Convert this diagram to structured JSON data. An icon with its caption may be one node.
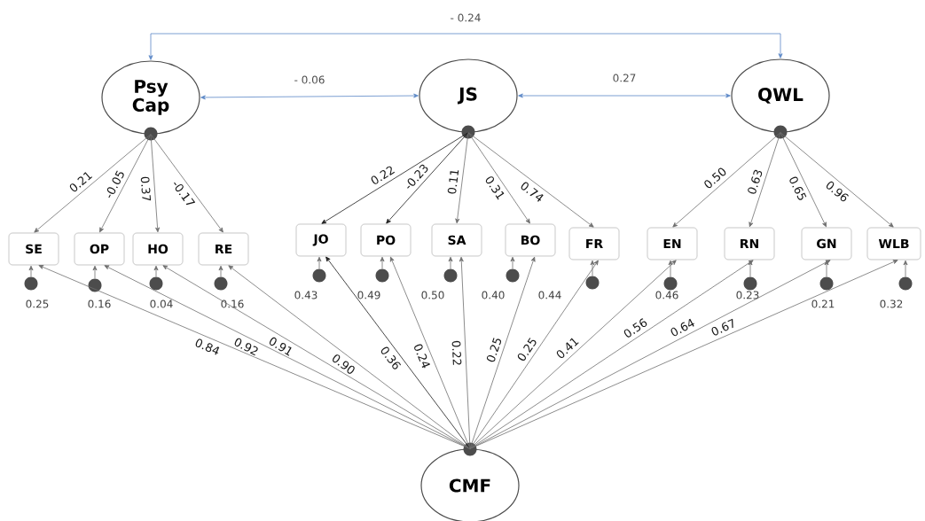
{
  "diagram": {
    "nodes": [
      {
        "text": [
          "Psy Cap"
        ]
      },
      {
        "text": [
          "JS"
        ]
      },
      {
        "text": [
          "QWL"
        ]
      },
      {
        "text": [
          "SE"
        ]
      },
      {
        "text": [
          "OP"
        ]
      },
      {
        "text": [
          "HO"
        ]
      },
      {
        "text": [
          "RE"
        ]
      },
      {
        "text": [
          "JO"
        ]
      },
      {
        "text": [
          "PO"
        ]
      },
      {
        "text": [
          "SA"
        ]
      },
      {
        "text": [
          "BO"
        ]
      },
      {
        "text": [
          "FR"
        ]
      },
      {
        "text": [
          "EN"
        ]
      },
      {
        "text": [
          "RN"
        ]
      },
      {
        "text": [
          "GN"
        ]
      },
      {
        "text": [
          "WLB"
        ]
      },
      {
        "text": [
          "CMF"
        ]
      },
      {
        "text": [],
        "shape": "circle",
        "beside": [
          "0.25"
        ]
      },
      {
        "text": [],
        "shape": "circle",
        "beside": [
          "0.16"
        ]
      },
      {
        "text": [],
        "shape": "circle",
        "beside": [
          "0.04"
        ]
      },
      {
        "text": [],
        "shape": "circle",
        "beside": [
          "0.16"
        ]
      },
      {
        "text": [],
        "shape": "circle",
        "beside": [
          "0.43"
        ]
      },
      {
        "text": [],
        "shape": "circle",
        "beside": [
          "0.49"
        ]
      },
      {
        "text": [],
        "shape": "circle",
        "beside": [
          "0.50"
        ]
      },
      {
        "text": [],
        "shape": "circle",
        "beside": [
          "0.40"
        ]
      },
      {
        "text": [],
        "shape": "circle",
        "beside": [
          "0.44"
        ]
      },
      {
        "text": [],
        "shape": "circle",
        "beside": [
          "0.46"
        ]
      },
      {
        "text": [],
        "shape": "circle",
        "beside": [
          "0.23"
        ]
      },
      {
        "text": [],
        "shape": "circle",
        "beside": [
          "0.21"
        ]
      },
      {
        "text": [],
        "shape": "circle",
        "beside": [
          "0.32"
        ]
      }
    ],
    "edges": [
      {
        "from": 0,
        "to": 2,
        "arrow": "both",
        "label": "- 0.24",
        "color": "#5a87c6"
      },
      {
        "from": 0,
        "to": 1,
        "arrow": "both",
        "label": "- 0.06",
        "color": "#5a87c6"
      },
      {
        "from": 1,
        "to": 2,
        "arrow": "both",
        "label": "0.27",
        "color": "#5a87c6"
      },
      {
        "from": 0,
        "to": 3,
        "arrow": "to",
        "label": "0.21"
      },
      {
        "from": 0,
        "to": 4,
        "arrow": "to",
        "label": "-0.05"
      },
      {
        "from": 0,
        "to": 5,
        "arrow": "to",
        "label": "0.37"
      },
      {
        "from": 0,
        "to": 6,
        "arrow": "to",
        "label": "-0.17"
      },
      {
        "from": 1,
        "to": 7,
        "arrow": "to",
        "label": "0.22",
        "color": "#1a1a1a"
      },
      {
        "from": 1,
        "to": 8,
        "arrow": "to",
        "label": "-0.23",
        "color": "#1a1a1a"
      },
      {
        "from": 1,
        "to": 9,
        "arrow": "to",
        "label": "0.11"
      },
      {
        "from": 1,
        "to": 10,
        "arrow": "to",
        "label": "0.31"
      },
      {
        "from": 1,
        "to": 11,
        "arrow": "to",
        "label": "0.74"
      },
      {
        "from": 2,
        "to": 12,
        "arrow": "to",
        "label": "0.50"
      },
      {
        "from": 2,
        "to": 13,
        "arrow": "to",
        "label": "0.63"
      },
      {
        "from": 2,
        "to": 14,
        "arrow": "to",
        "label": "0.65"
      },
      {
        "from": 2,
        "to": 15,
        "arrow": "to",
        "label": "0.96"
      },
      {
        "from": 16,
        "to": 3,
        "arrow": "to",
        "label": "0.84"
      },
      {
        "from": 16,
        "to": 4,
        "arrow": "to",
        "label": "0.92"
      },
      {
        "from": 16,
        "to": 5,
        "arrow": "to",
        "label": "0.91"
      },
      {
        "from": 16,
        "to": 6,
        "arrow": "to",
        "label": "0.90"
      },
      {
        "from": 16,
        "to": 7,
        "arrow": "to",
        "label": "0.36",
        "color": "#1a1a1a"
      },
      {
        "from": 16,
        "to": 8,
        "arrow": "to",
        "label": "0.24"
      },
      {
        "from": 16,
        "to": 9,
        "arrow": "to",
        "label": "0.22"
      },
      {
        "from": 16,
        "to": 10,
        "arrow": "to",
        "label": "0.25"
      },
      {
        "from": 16,
        "to": 11,
        "arrow": "to",
        "label": "0.25"
      },
      {
        "from": 16,
        "to": 12,
        "arrow": "to",
        "label": "0.41"
      },
      {
        "from": 16,
        "to": 13,
        "arrow": "to",
        "label": "0.56"
      },
      {
        "from": 16,
        "to": 14,
        "arrow": "to",
        "label": "0.64"
      },
      {
        "from": 16,
        "to": 15,
        "arrow": "to",
        "label": "0.67"
      },
      {
        "from": 17,
        "to": 3,
        "arrow": "to"
      },
      {
        "from": 18,
        "to": 4,
        "arrow": "to"
      },
      {
        "from": 19,
        "to": 5,
        "arrow": "to"
      },
      {
        "from": 20,
        "to": 6,
        "arrow": "to"
      },
      {
        "from": 21,
        "to": 7,
        "arrow": "to"
      },
      {
        "from": 22,
        "to": 8,
        "arrow": "to"
      },
      {
        "from": 23,
        "to": 9,
        "arrow": "to"
      },
      {
        "from": 24,
        "to": 10,
        "arrow": "to"
      },
      {
        "from": 25,
        "to": 11,
        "arrow": "to"
      },
      {
        "from": 26,
        "to": 12,
        "arrow": "to"
      },
      {
        "from": 27,
        "to": 13,
        "arrow": "to"
      },
      {
        "from": 28,
        "to": 14,
        "arrow": "to"
      },
      {
        "from": 29,
        "to": 15,
        "arrow": "to"
      }
    ]
  }
}
